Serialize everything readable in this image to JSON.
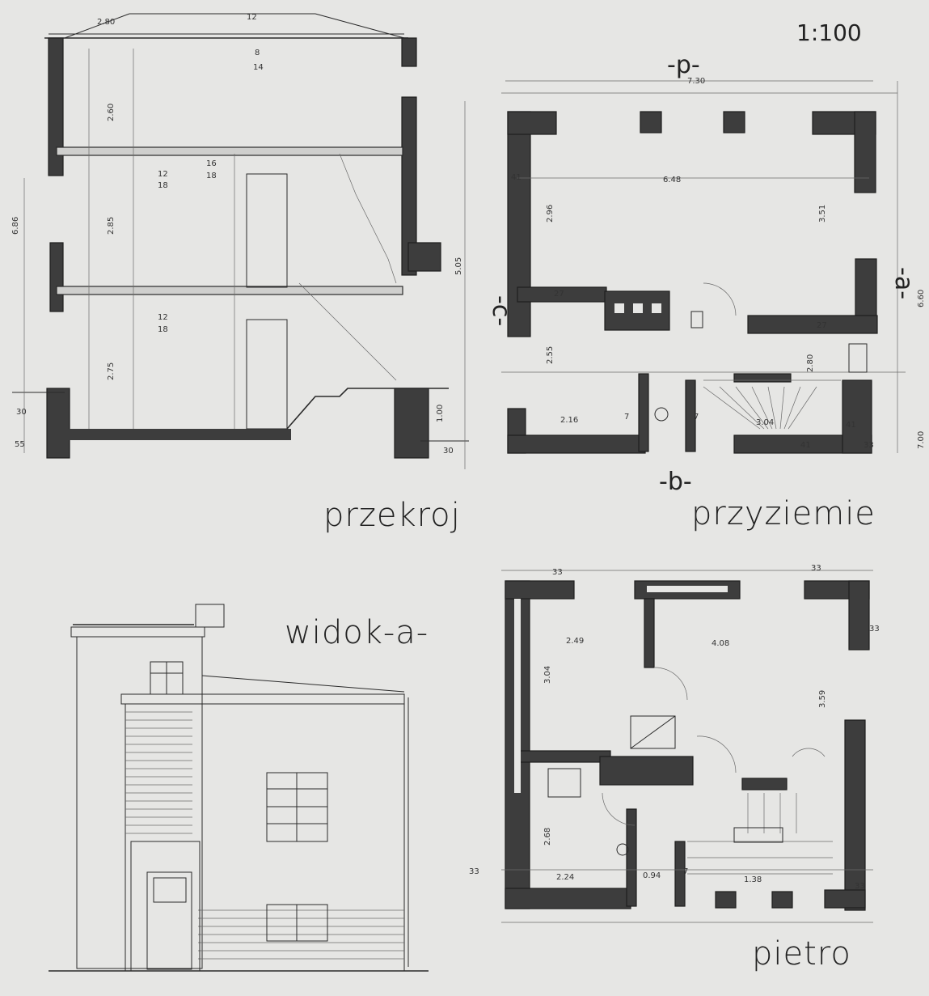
{
  "sheet": {
    "scale": "1:100",
    "section_title": "przekroj",
    "ground_title": "przyziemie",
    "view_title": "widok-a-",
    "upper_title": "pietro",
    "marks": {
      "p": "-p-",
      "c": "-c-",
      "a": "-a-",
      "b": "-b-"
    }
  },
  "dims": {
    "section": [
      "2.80",
      "12",
      "8",
      "14",
      "2.60",
      "12",
      "18",
      "16",
      "18",
      "2.85",
      "5.05",
      "6.86",
      "12",
      "18",
      "2.75",
      "30",
      "55",
      "1.00",
      "30"
    ],
    "ground": [
      "7.30",
      "41",
      "6.48",
      "2.96",
      "3.51",
      "27",
      "27",
      "2.55",
      "2.80",
      "2.16",
      "7",
      "7",
      "3.04",
      "41",
      "41",
      "33",
      "6.60",
      "7.00"
    ],
    "upper": [
      "33",
      "33",
      "2.49",
      "4.08",
      "3.04",
      "3.59",
      "2.68",
      "2.24",
      "33",
      "0.94",
      "7",
      "33",
      "1.38",
      "33"
    ]
  }
}
